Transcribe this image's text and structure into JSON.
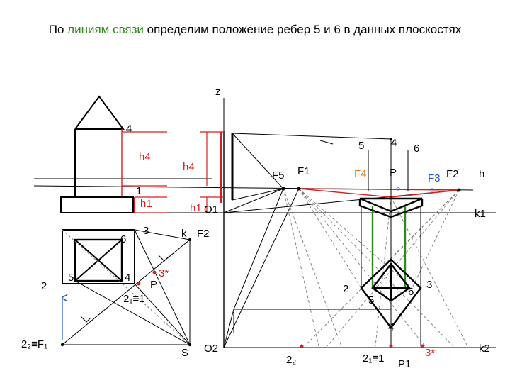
{
  "title": {
    "part1": "По ",
    "highlight": "линиям связи",
    "part2": " определим положение ребер 5 и 6 в данных плоскостях"
  },
  "colors": {
    "line": "#000000",
    "red": "#d42020",
    "green": "#2e8b1a",
    "blue": "#1f57c8",
    "orange": "#e07818",
    "gray": "#7a7a7a"
  },
  "labels": {
    "z": "z",
    "four_left": "4",
    "h4_a": "h4",
    "h4_b": "h4",
    "one_left": "1",
    "h1_a": "h1",
    "h1_b": "h1",
    "o1": "O1",
    "six_left": "6",
    "three_left": "3",
    "k": "k",
    "f2_left": "F2",
    "two_left": "2",
    "five_left": "5",
    "four_plan": "4",
    "three_star_left": "3*",
    "p_left": "P",
    "two1_left": "2₁≡1",
    "two2_f1": "2₂≡F₁",
    "s": "S",
    "o2": "O2",
    "five_top": "5",
    "four_top": "4",
    "six_top": "6",
    "f5": "F5",
    "f1": "F1",
    "f4": "F4",
    "p_top": "P",
    "f3": "F3",
    "f2_right": "F2",
    "h": "h",
    "k1": "k1",
    "two_right": "2",
    "five_right": "5",
    "six_right": "6",
    "three_right": "3",
    "four_right": "4",
    "two2_bottom": "2₂",
    "two1_bottom": "2₁≡1",
    "p1": "P1",
    "three_star_right": "3*",
    "k2": "k2"
  }
}
